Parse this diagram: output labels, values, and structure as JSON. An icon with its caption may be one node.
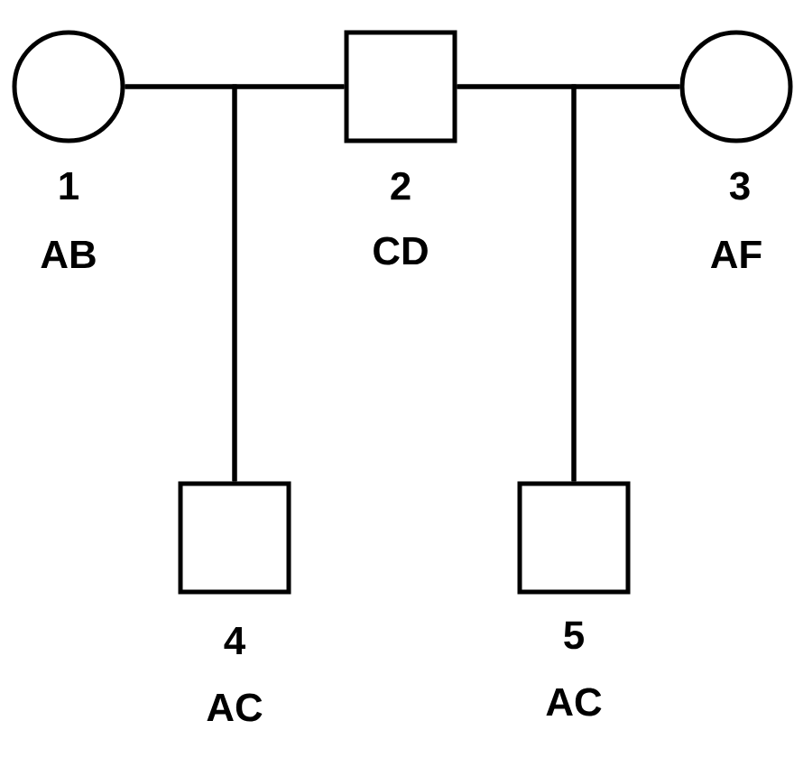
{
  "diagram": {
    "nodes": [
      {
        "text": [],
        "shape": "circle",
        "beside": [
          "1",
          "AB"
        ]
      },
      {
        "text": [],
        "shape": "box",
        "beside": [
          "2",
          "CD"
        ]
      },
      {
        "text": [],
        "shape": "circle",
        "beside": [
          "3",
          "AF"
        ]
      },
      {
        "text": [],
        "shape": "box",
        "beside": [
          "4",
          "AC"
        ]
      },
      {
        "text": [],
        "shape": "box",
        "beside": [
          "5",
          "AC"
        ]
      }
    ],
    "edges": [
      {
        "from": 0,
        "to": 1,
        "arrow": "none"
      },
      {
        "from": 1,
        "to": 2,
        "arrow": "none"
      },
      {
        "from": 0,
        "to": 3,
        "arrow": "none"
      },
      {
        "from": 1,
        "to": 3,
        "arrow": "none"
      },
      {
        "from": 1,
        "to": 4,
        "arrow": "none"
      },
      {
        "from": 2,
        "to": 4,
        "arrow": "none"
      }
    ]
  }
}
